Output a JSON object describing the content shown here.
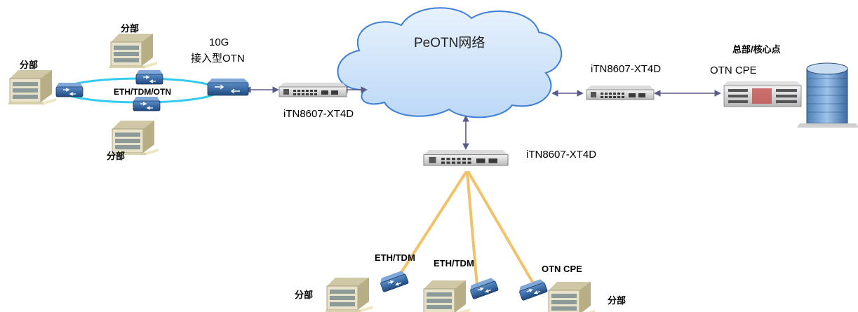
{
  "cloud": {
    "label": "PeOTN网络"
  },
  "nodes": {
    "access_otn": {
      "line1": "10G",
      "line2": "接入型OTN"
    },
    "left_device": {
      "label": "iTN8607-XT4D"
    },
    "center_device": {
      "label": "iTN8607-XT4D"
    },
    "right_device": {
      "label": "iTN8607-XT4D"
    },
    "otn_cpe_hq": {
      "label": "OTN CPE"
    },
    "hq": {
      "label": "总部/核心点"
    }
  },
  "ring": {
    "label": "ETH/TDM/OTN"
  },
  "branches": {
    "top": "分部",
    "left": "分部",
    "ring_bottom": "分部",
    "bottom_left": "分部",
    "bottom_right": "分部"
  },
  "bottom_links": {
    "left": "ETH/TDM",
    "middle": "ETH/TDM",
    "right": "OTN CPE"
  },
  "colors": {
    "cloud_fill": "#cfe4fb",
    "cloud_stroke": "#3d7fd6",
    "ring": "#33ccee",
    "fiber": "#f2c26b",
    "arrow": "#5a5a8a",
    "switch": "#2e5e9a"
  }
}
